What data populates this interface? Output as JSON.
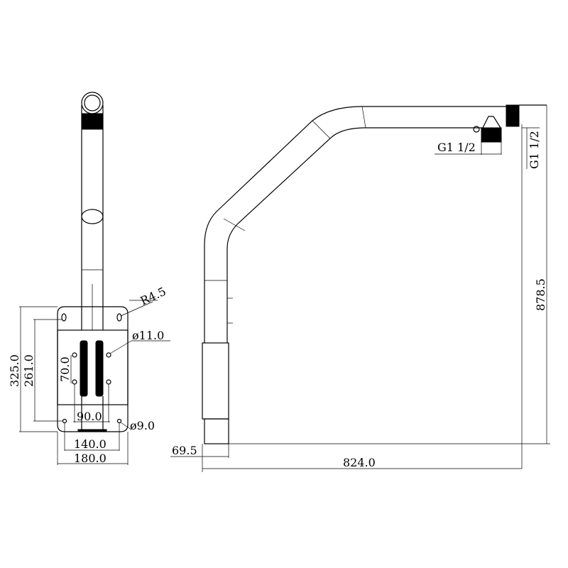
{
  "title": "Pipe wall mount bracket drawing",
  "front_view": {
    "dims": {
      "radius": "R4.5",
      "hole_large": "ø11.0",
      "hole_small": "ø9.0",
      "height_outer": "325.0",
      "height_holes": "261.0",
      "hole_spacing_v": "70.0",
      "hole_spacing_h": "90.0",
      "width_holes": "140.0",
      "width_outer": "180.0"
    }
  },
  "side_view": {
    "dims": {
      "thread_horizontal": "G1 1/2",
      "thread_vertical": "G1 1/2",
      "height": "878.5",
      "base_depth": "69.5",
      "reach": "824.0"
    }
  },
  "colors": {
    "line": "#000000",
    "background": "#ffffff"
  }
}
